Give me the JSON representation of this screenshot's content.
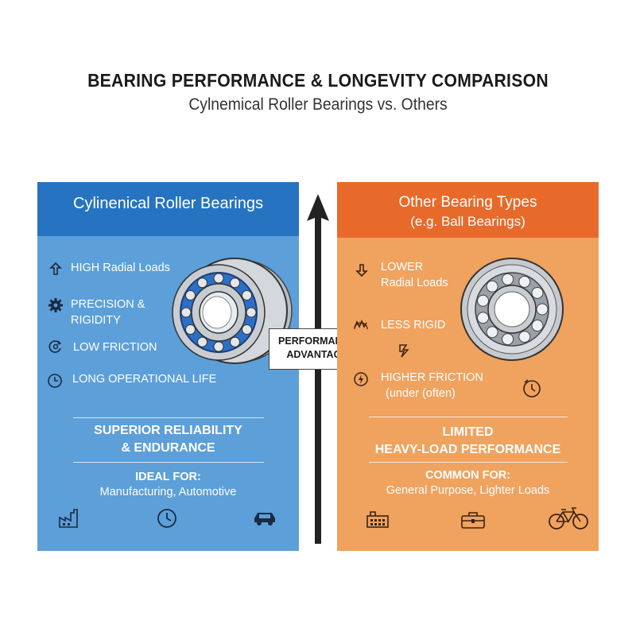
{
  "title": "BEARING PERFORMANCE & LONGEVITY COMPARISON",
  "subtitle": "Cylnemical Roller Bearings vs. Others",
  "center_label": [
    "PERFORMANCE",
    "ADVANTAGE"
  ],
  "left": {
    "header": "Cylinenical Roller Bearings",
    "features": [
      {
        "icon": "up-arrow-icon",
        "text": [
          "HIGH Radial Loads"
        ]
      },
      {
        "icon": "gear-icon",
        "text": [
          "PRECISION &",
          "RIGIDITY"
        ]
      },
      {
        "icon": "spin-icon",
        "text": [
          "LOW FRICTION"
        ]
      },
      {
        "icon": "clock-icon",
        "text": [
          "LONG OPERATIONAL LIFE"
        ]
      }
    ],
    "summary": [
      "SUPERIOR RELIABILITY",
      "& ENDURANCE"
    ],
    "ideal_label": "IDEAL FOR:",
    "ideal_text": "Manufacturing, Automotive",
    "bottom_icons": [
      "factory-icon",
      "clock-icon",
      "car-icon"
    ],
    "accent": "#2673c1",
    "bg": "#5c9fd9"
  },
  "right": {
    "header": [
      "Other Bearing Types",
      "(e.g. Ball Bearings)"
    ],
    "features": [
      {
        "icon": "down-arrow-icon",
        "text": [
          "LOWER",
          "Radial Loads"
        ]
      },
      {
        "icon": "wave-icon",
        "text": [
          "LESS RIGID"
        ]
      },
      {
        "icon": "spark-icon",
        "text": [
          ""
        ]
      },
      {
        "icon": "lightning-icon",
        "text": [
          "HIGHER FRICTION",
          "(under (often)"
        ]
      }
    ],
    "summary": [
      "LIMITED",
      "HEAVY-LOAD PERFORMANCE"
    ],
    "common_label": "COMMON FOR:",
    "common_text": "General Purpose, Lighter Loads",
    "bottom_icons": [
      "machine-icon",
      "toolbox-icon",
      "bicycle-icon"
    ],
    "accent": "#e86a2b",
    "bg": "#f0a25f"
  }
}
